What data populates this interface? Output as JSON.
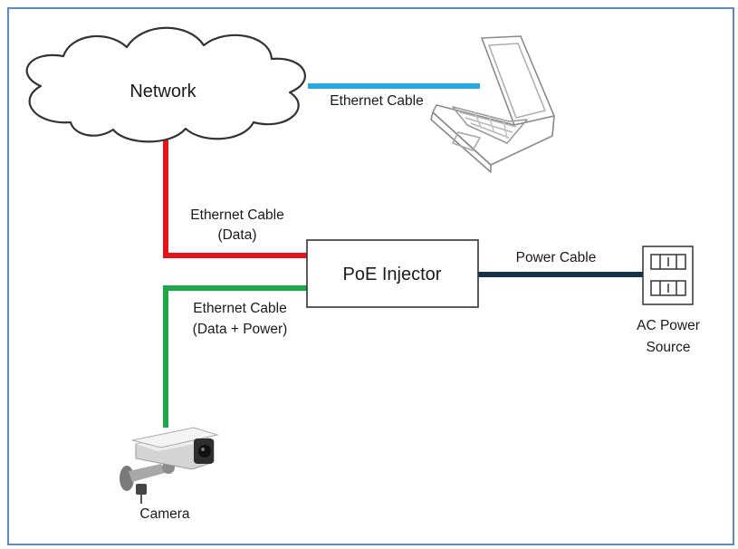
{
  "nodes": {
    "network": "Network",
    "poe_injector": "PoE Injector",
    "ac_power_line1": "AC Power",
    "ac_power_line2": "Source",
    "camera": "Camera"
  },
  "cables": {
    "laptop_link": "Ethernet Cable",
    "data_line1": "Ethernet Cable",
    "data_line2": "(Data)",
    "poe_line1": "Ethernet Cable",
    "poe_line2": "(Data + Power)",
    "power": "Power Cable"
  },
  "colors": {
    "frame": "#5b8ac6",
    "laptop_link": "#29a8df",
    "data_cable": "#e3141b",
    "poe_cable": "#1fa84a",
    "power_cable": "#16304d"
  }
}
